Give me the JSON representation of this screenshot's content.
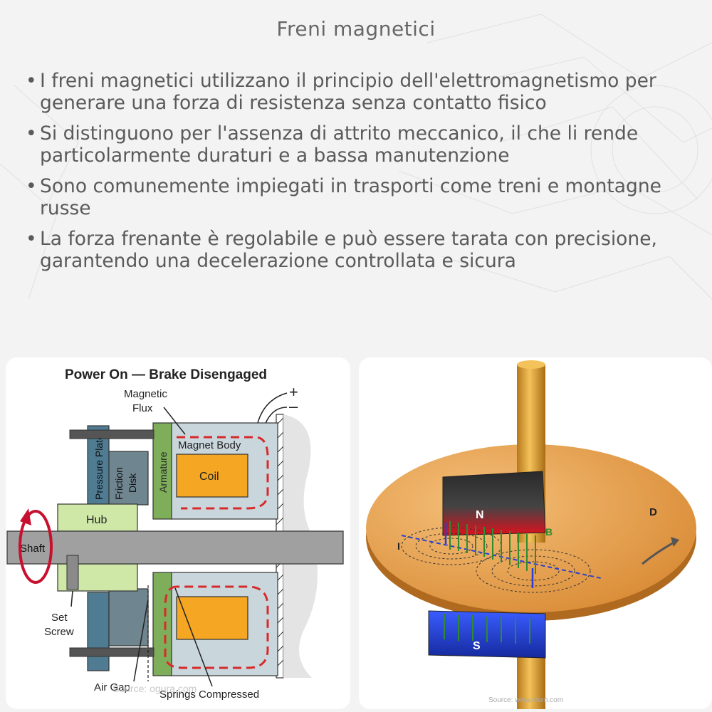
{
  "title": "Freni magnetici",
  "bullets": [
    "I freni magnetici utilizzano il principio dell'elettromagnetismo per generare una forza di resistenza senza contatto fisico",
    "Si distinguono per l'assenza di attrito meccanico, il che li rende particolarmente duraturi e a bassa manutenzione",
    "Sono comunemente impiegati in trasporti come treni e montagne russe",
    "La forza frenante è regolabile e può essere tarata con precisione, garantendo una decelerazione controllata e sicura"
  ],
  "left_figure": {
    "heading": "Power On — Brake Disengaged",
    "plus": "+",
    "minus": "–",
    "magnetic_flux_1": "Magnetic",
    "magnetic_flux_2": "Flux",
    "pressure_plate": "Pressure Plate",
    "friction_1": "Friction",
    "friction_2": "Disk",
    "armature": "Armature",
    "magnet_body": "Magnet Body",
    "coil": "Coil",
    "hub": "Hub",
    "shaft": "Shaft",
    "set_screw_1": "Set",
    "set_screw_2": "Screw",
    "air_gap": "Air Gap",
    "springs": "Springs Compressed",
    "source": "Source: ogura.com",
    "colors": {
      "green": "#cfe8a8",
      "blue": "#4f7c92",
      "orange": "#f5a623",
      "magnet": "#c9d6dc",
      "flux": "#d62b2b"
    }
  },
  "right_figure": {
    "n_label": "N",
    "s_label": "S",
    "b_label": "B",
    "i_label": "I",
    "d_label": "D",
    "source": "Source: www.ntom.com",
    "colors": {
      "disk": "#e9a752",
      "rod": "#e0a030",
      "north": "#d0202a",
      "south": "#1d3fd6",
      "field": "#2e8b2e"
    }
  }
}
